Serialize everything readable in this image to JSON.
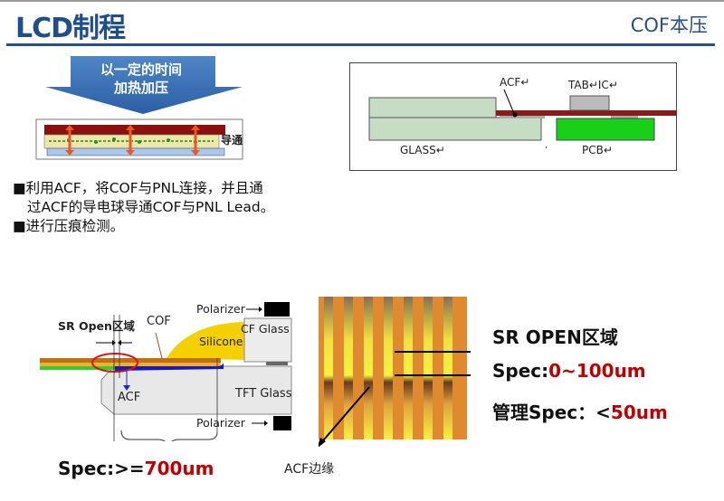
{
  "header": {
    "title": "LCD制程",
    "subtitle": "COF本压"
  },
  "press_diagram": {
    "arrow_line1": "以一定的时间",
    "arrow_line2": "加热加压",
    "side_label": "导通"
  },
  "bond_diagram": {
    "acf_label": "ACF↵",
    "tab_ic_label": "TAB↵IC↵",
    "glass_label": "GLASS↵",
    "pcb_label": "PCB↵"
  },
  "bullets": [
    {
      "marker": "■",
      "line1": "利用ACF，将COF与PNL连接，并且通",
      "line2": "过ACF的导电球导通COF与PNL  Lead。"
    },
    {
      "marker": "■",
      "line1": "进行压痕检测。"
    }
  ],
  "cross_section": {
    "sr_open_label": "SR Open区域",
    "cof_label": "COF",
    "polarizer_top": "Polarizer",
    "cf_glass": "CF Glass",
    "silicone": "Silicone",
    "tft_glass": "TFT Glass",
    "acf_label": "ACF",
    "polarizer_bottom": "Polarizer",
    "spec_prefix": "Spec:>=",
    "spec_value": "700um"
  },
  "micrograph": {
    "edge_label": "ACF边缘"
  },
  "specs": {
    "title": "SR OPEN区域",
    "spec_prefix": "Spec:",
    "spec_value": "0~100um",
    "mgmt_prefix": "管理Spec：<",
    "mgmt_value": "50um"
  },
  "colors": {
    "title_blue": "#1f4e8c",
    "spec_red": "#c00000",
    "pcb_green": "#19d019",
    "glass_green": "#c6dcc4",
    "cof_brown": "#8b1a1a",
    "silicone_yellow": "#f5d000"
  }
}
